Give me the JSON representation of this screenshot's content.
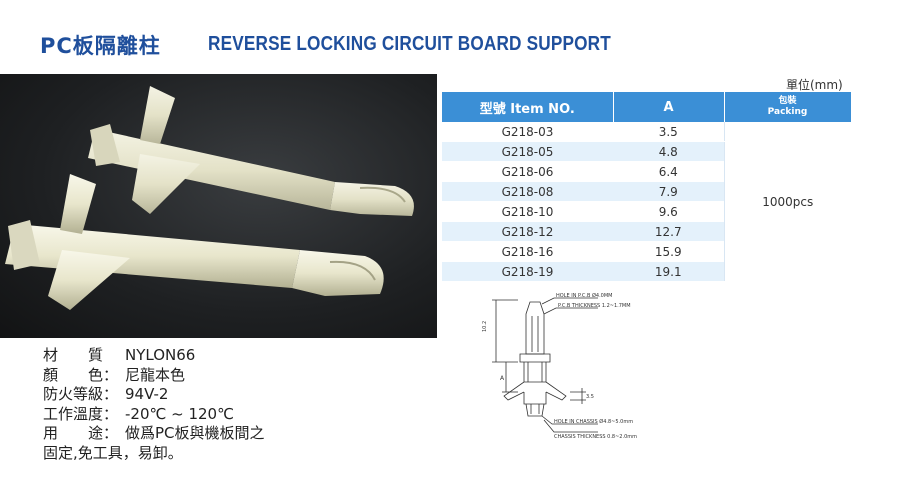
{
  "header": {
    "title_cn": "PC板隔離柱",
    "title_en": "REVERSE LOCKING CIRCUIT BOARD SUPPORT"
  },
  "table": {
    "unit": "單位(mm)",
    "headers": {
      "item_no": "型號 Item NO.",
      "a": "A",
      "packing_cn": "包裝",
      "packing_en": "Packing"
    },
    "rows": [
      {
        "item": "G218-03",
        "a": "3.5"
      },
      {
        "item": "G218-05",
        "a": "4.8"
      },
      {
        "item": "G218-06",
        "a": "6.4"
      },
      {
        "item": "G218-08",
        "a": "7.9"
      },
      {
        "item": "G218-10",
        "a": "9.6"
      },
      {
        "item": "G218-12",
        "a": "12.7"
      },
      {
        "item": "G218-16",
        "a": "15.9"
      },
      {
        "item": "G218-19",
        "a": "19.1"
      }
    ],
    "packing": "1000pcs"
  },
  "properties": [
    {
      "label": "材　　質",
      "value": "NYLON66"
    },
    {
      "label": "顏　　色：",
      "value": "尼龍本色"
    },
    {
      "label": "防火等級：",
      "value": "94V-2"
    },
    {
      "label": "工作溫度：",
      "value": "-20℃ ~ 120℃"
    },
    {
      "label": "用　　途：",
      "value": "做爲PC板與機板間之"
    },
    {
      "label": "",
      "value": "固定,免工具，易卸。"
    }
  ],
  "drawing": {
    "hole_pcb": "HOLE IN P.C.B Ø4.0MM",
    "pcb_thickness": "P.C.B THICKNESS 1.2~1.7MM",
    "hole_chassis": "HOLE IN CHASSIS Ø4.8~5.0mm",
    "chassis_thickness": "CHASSIS THICKNESS 0.8~2.0mm",
    "dim_height": "10.2",
    "dim_a": "A",
    "dim_small": "3.5"
  },
  "colors": {
    "title": "#1f4f9c",
    "table_header": "#3b8fd6",
    "row_alt": "#e4f1fb"
  }
}
